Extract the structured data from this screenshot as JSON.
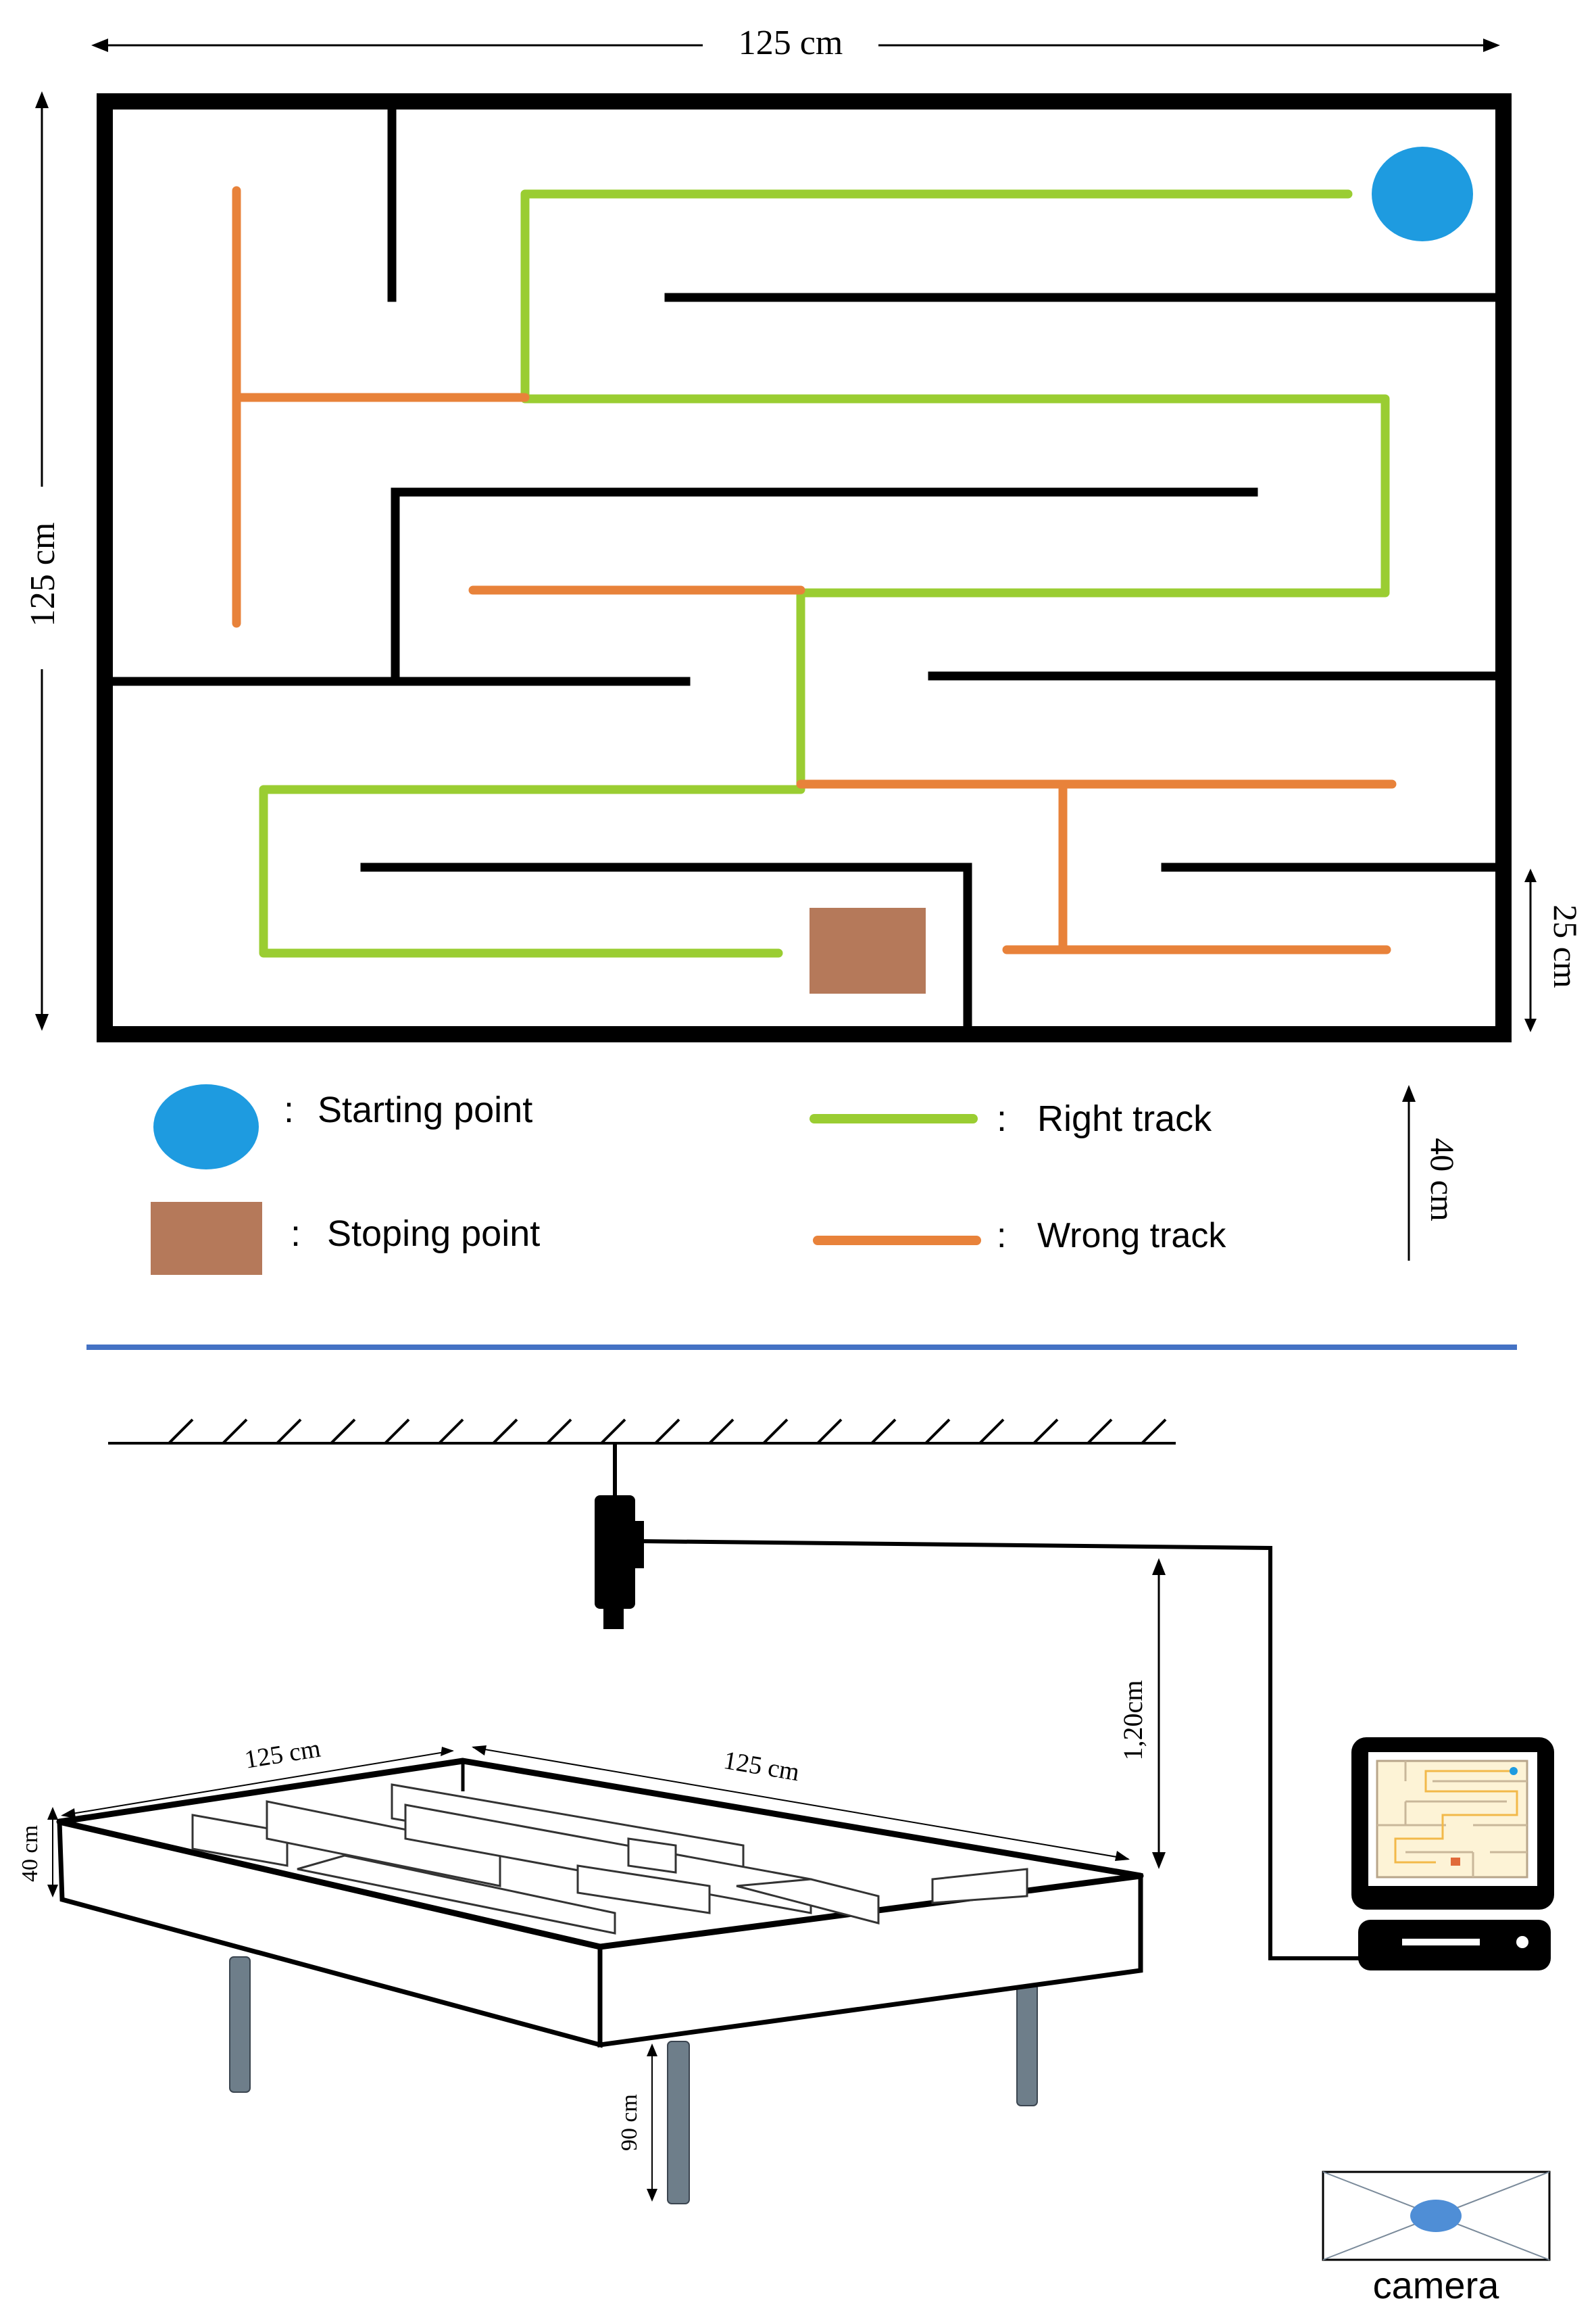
{
  "maze_plan": {
    "width_label": "125 cm",
    "height_label": "125 cm",
    "cell_label": "25 cm",
    "wall_height_label": "40 cm"
  },
  "legend": {
    "start_sep": ":",
    "start_label": "Starting point",
    "stop_sep": ":",
    "stop_label": "Stoping point",
    "right_sep": ":",
    "right_label": "Right track",
    "wrong_sep": ":",
    "wrong_label": "Wrong track"
  },
  "setup": {
    "camera_height_label": "1,20cm",
    "table_width_label": "125 cm",
    "table_length_label": "125 cm",
    "table_wall_label": "40 cm",
    "leg_height_label": "90 cm",
    "camera_legend_label": "camera"
  },
  "colors": {
    "wall": "#000000",
    "right_track": "#9acd32",
    "wrong_track": "#e8823a",
    "start_point": "#1e9be0",
    "stop_point": "#b5795a",
    "divider": "#4472c4",
    "leg": "#6e7e8a"
  }
}
